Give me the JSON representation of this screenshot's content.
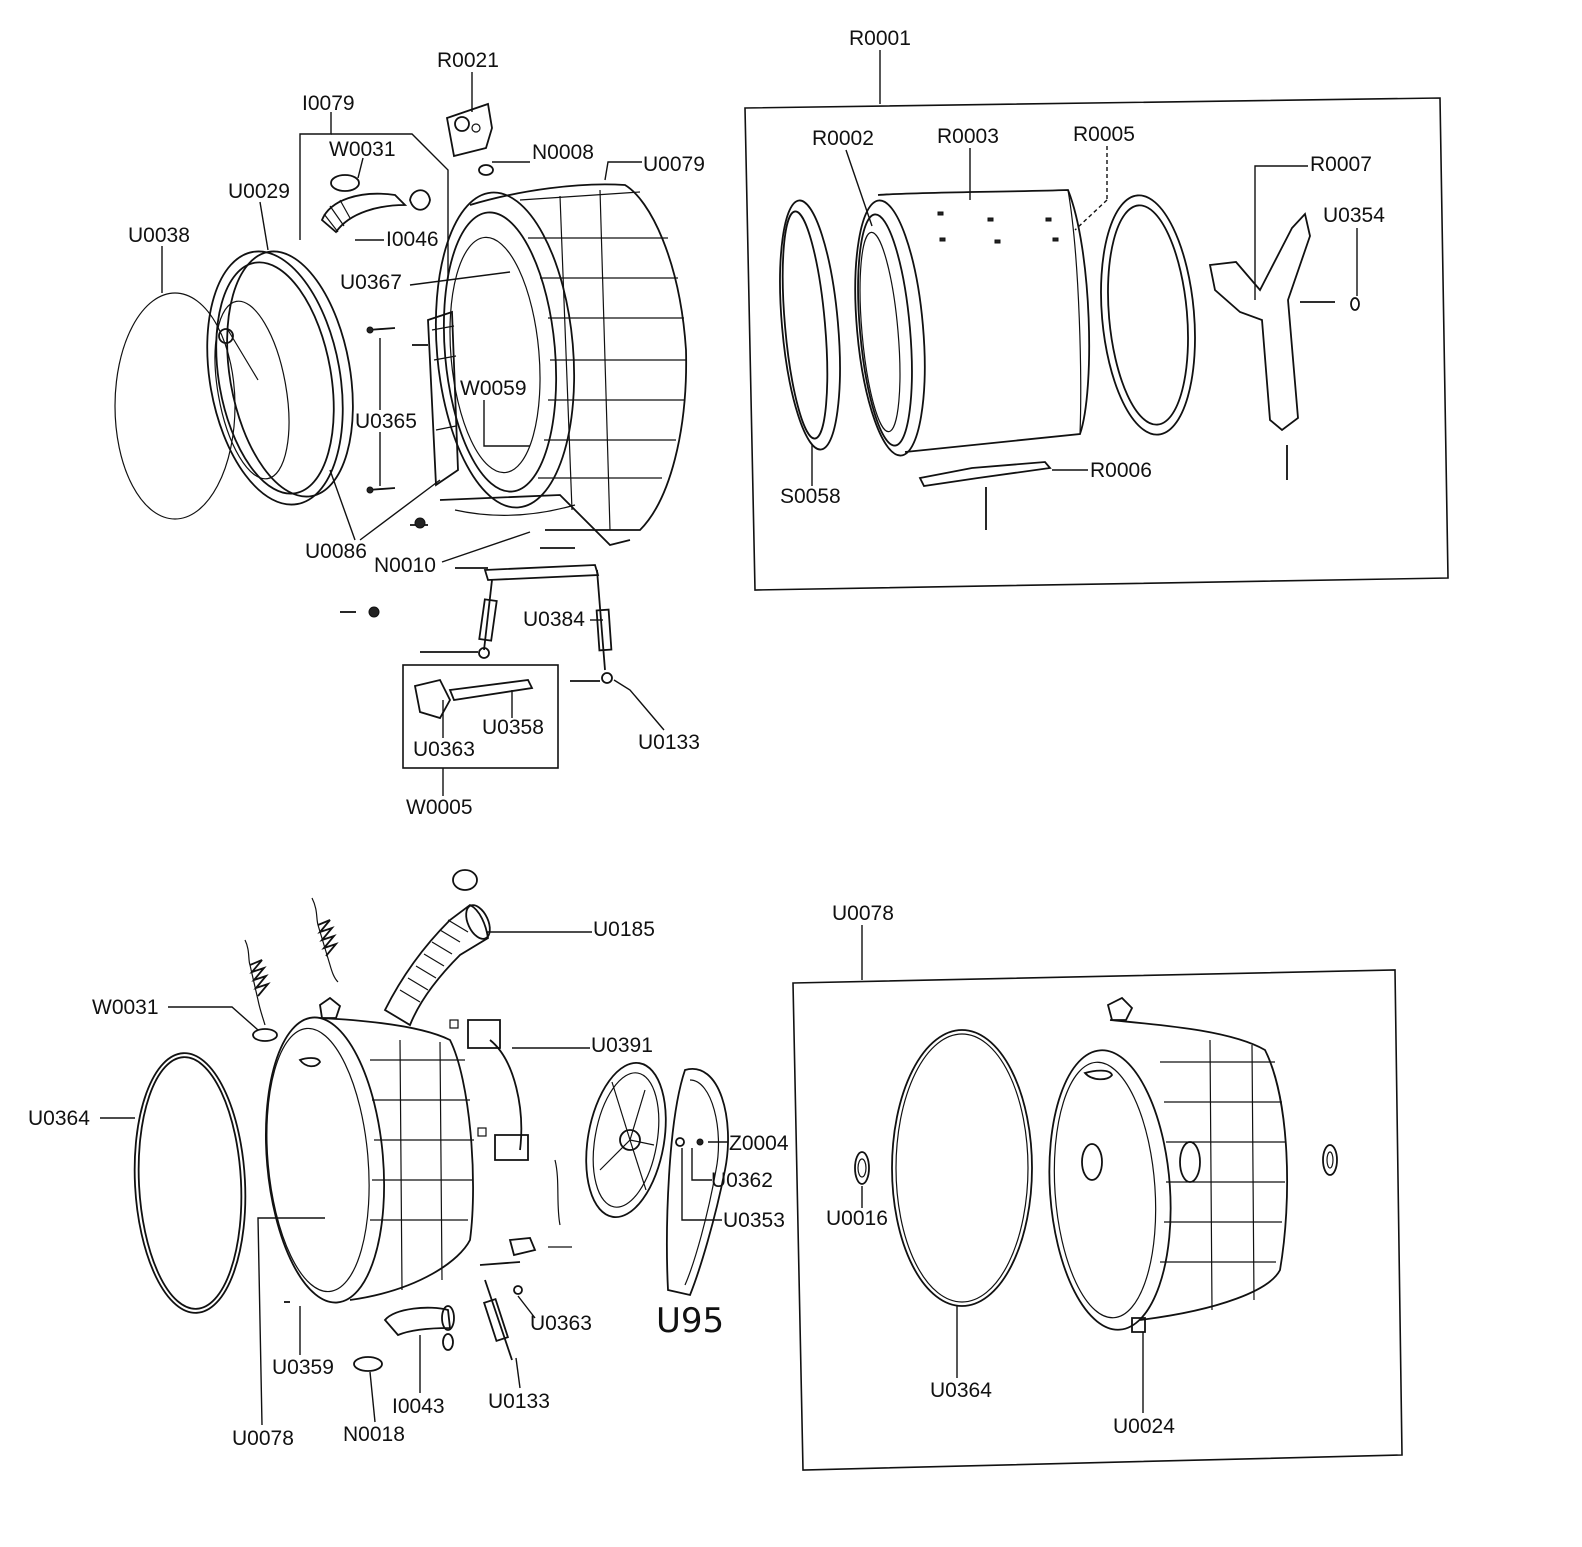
{
  "diagram": {
    "labels": {
      "R0021": "R0021",
      "R0001": "R0001",
      "I0079": "I0079",
      "W0031_top": "W0031",
      "N0008": "N0008",
      "U0079": "U0079",
      "U0029": "U0029",
      "U0038": "U0038",
      "I0046": "I0046",
      "U0367": "U0367",
      "W0059": "W0059",
      "U0365": "U0365",
      "U0086": "U0086",
      "N0010": "N0010",
      "U0384": "U0384",
      "U0358": "U0358",
      "U0363_top": "U0363",
      "U0133_top": "U0133",
      "W0005": "W0005",
      "R0002": "R0002",
      "R0003": "R0003",
      "R0005": "R0005",
      "R0007": "R0007",
      "U0354": "U0354",
      "S0058": "S0058",
      "R0006": "R0006",
      "U0185": "U0185",
      "W0031_bottom": "W0031",
      "U0391": "U0391",
      "U0364_left": "U0364",
      "Z0004": "Z0004",
      "U0362": "U0362",
      "U0353": "U0353",
      "U0016": "U0016",
      "U0078_box": "U0078",
      "U0363_bottom": "U0363",
      "U0359": "U0359",
      "I0043": "I0043",
      "U0133_bottom": "U0133",
      "U0078_left": "U0078",
      "N0018": "N0018",
      "U0364_right": "U0364",
      "U0024": "U0024",
      "U95": "U95"
    }
  }
}
